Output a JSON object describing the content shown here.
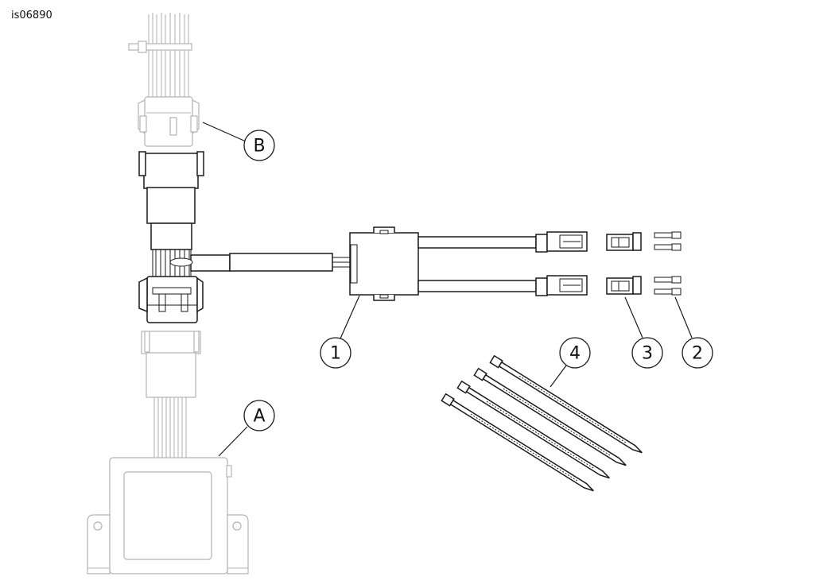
{
  "figure_id": "is06890",
  "callouts": {
    "item_1": "1",
    "item_2": "2",
    "item_3": "3",
    "item_4": "4",
    "item_A": "A",
    "item_B": "B"
  },
  "colors": {
    "line": "#1a1a1a",
    "ghost_line": "#b4b4b4",
    "background": "#ffffff"
  }
}
